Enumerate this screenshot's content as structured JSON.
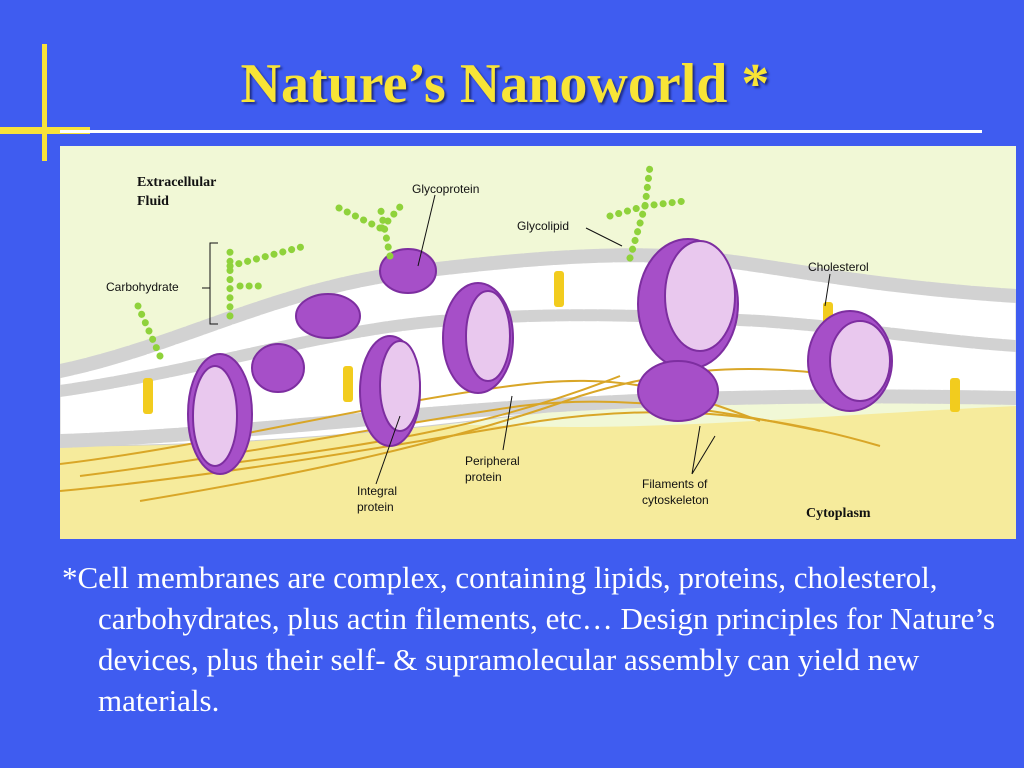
{
  "slide": {
    "title": "Nature’s Nanoworld *",
    "caption": "*Cell membranes are complex, containing lipids, proteins, cholesterol, carbohydrates, plus actin filements, etc… Design principles for Nature’s devices, plus their self- & supramolecular assembly can yield new materials."
  },
  "diagram": {
    "labels": {
      "extracellular_line1": "Extracellular",
      "extracellular_line2": "Fluid",
      "glycoprotein": "Glycoprotein",
      "glycolipid": "Glycolipid",
      "cholesterol": "Cholesterol",
      "carbohydrate": "Carbohydrate",
      "peripheral_line1": "Peripheral",
      "peripheral_line2": "protein",
      "integral_line1": "Integral",
      "integral_line2": "protein",
      "filaments_line1": "Filaments of",
      "filaments_line2": "cytoskeleton",
      "cytoplasm": "Cytoplasm"
    },
    "colors": {
      "background_fluid": "#f1f8d6",
      "cytoplasm": "#f6eb9c",
      "lipid_head": "#d9d9d9",
      "protein": "#a64fc8",
      "protein_pore": "#e9c8ee",
      "carbohydrate": "#8fd23b",
      "cholesterol": "#f2cc1e",
      "filament": "#d9a627"
    }
  }
}
